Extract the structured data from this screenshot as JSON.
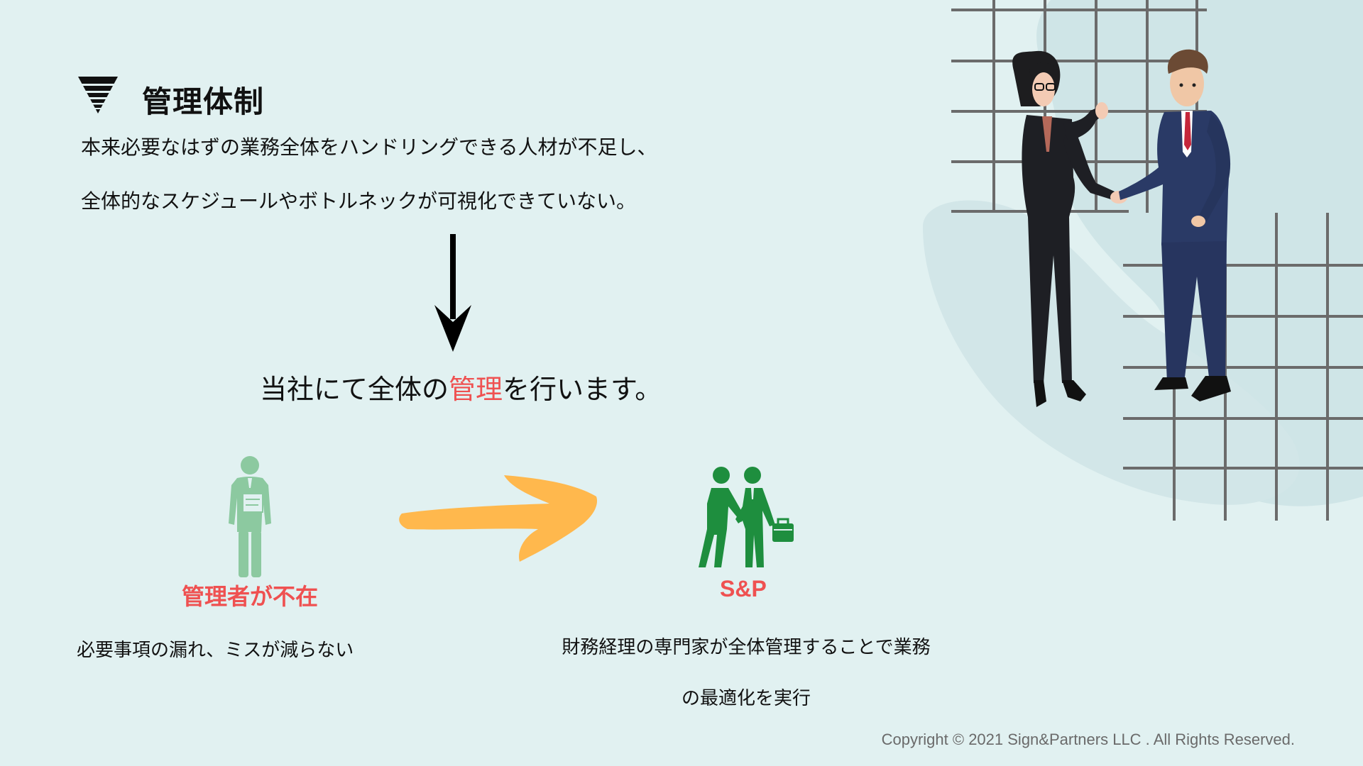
{
  "heading": {
    "title": "管理体制",
    "icon": "triangle-emblem-icon"
  },
  "problem": {
    "line1": "本来必要なはずの業務全体をハンドリングできる人材が不足し、",
    "line2": "全体的なスケジュールやボトルネックが可視化できていない。"
  },
  "solution": {
    "before": "当社にて全体の",
    "highlight": "管理",
    "after": "を行います。"
  },
  "before_state": {
    "label": "管理者が不在",
    "description": "必要事項の漏れ、ミスが減らない",
    "icon": "person-with-document-icon"
  },
  "after_state": {
    "label": "S&P",
    "description_line1": "財務経理の専門家が全体管理することで業務",
    "description_line2": "の最適化を実行",
    "icon": "handshake-people-icon"
  },
  "footer": {
    "copyright": "Copyright © 2021 Sign&Partners LLC . All Rights Reserved."
  },
  "colors": {
    "background": "#e1f1f1",
    "accent_red": "#ef5151",
    "arrow_orange": "#ffb84d",
    "person_light_green": "#8cc9a0",
    "person_dark_green": "#1e8e3e"
  }
}
